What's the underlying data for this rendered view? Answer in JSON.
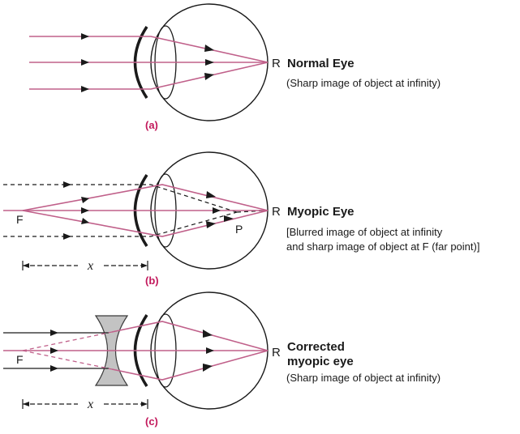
{
  "colors": {
    "ray": "#c0608a",
    "ink": "#1a1a1a",
    "tag": "#c2185b",
    "lens_fill": "#b9b9b9"
  },
  "panel_a": {
    "tag": "(a)",
    "point_r": "R",
    "title": "Normal Eye",
    "caption": "(Sharp image of object at infinity)"
  },
  "panel_b": {
    "tag": "(b)",
    "point_f": "F",
    "point_r": "R",
    "point_p": "P",
    "title": "Myopic Eye",
    "caption_line1": "[Blurred image of object at infinity",
    "caption_line2": "and sharp image of object at F (far point)]",
    "distance": "x"
  },
  "panel_c": {
    "tag": "(c)",
    "point_f": "F",
    "point_r": "R",
    "title_line1": "Corrected",
    "title_line2": "myopic eye",
    "caption": "(Sharp image of object at infinity)",
    "distance": "x"
  }
}
